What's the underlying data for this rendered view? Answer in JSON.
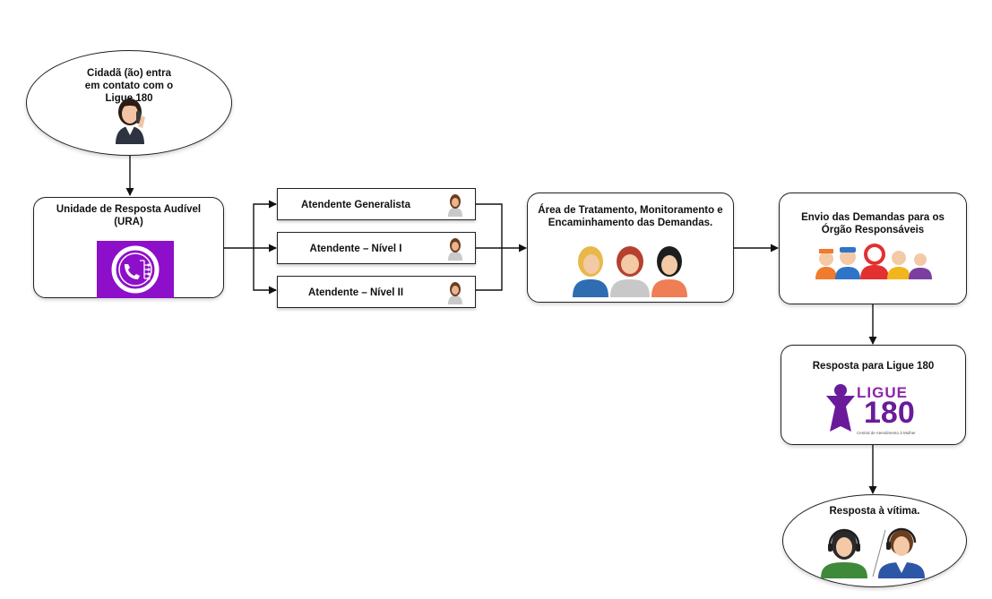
{
  "nodes": {
    "start": {
      "text": "Cidadã (ão) entra em contato com o Ligue 180"
    },
    "ura": {
      "text": "Unidade de Resposta Audível (URA)"
    },
    "agents": [
      {
        "text": "Atendente Generalista"
      },
      {
        "text": "Atendente – Nível I"
      },
      {
        "text": "Atendente – Nível II"
      }
    ],
    "treatment": {
      "text": "Área de Tratamento, Monitoramento e Encaminhamento das Demandas."
    },
    "dispatch": {
      "text": "Envio das Demandas para os Órgão Responsáveis"
    },
    "response": {
      "text": "Resposta para Ligue 180"
    },
    "victim": {
      "text": "Resposta à vítima."
    }
  },
  "logo": {
    "word": "LIGUE",
    "number": "180",
    "tagline": "Central de Atendimento à Mulher"
  },
  "icons": [
    "woman-phone-icon",
    "ura-phone-tree-icon",
    "agent-icon",
    "team-icon",
    "institutions-icon",
    "ligue180-logo",
    "call-center-icon"
  ],
  "colors": {
    "ura_purple": "#8e0fc9",
    "logo_purple": "#6a1b9a"
  }
}
